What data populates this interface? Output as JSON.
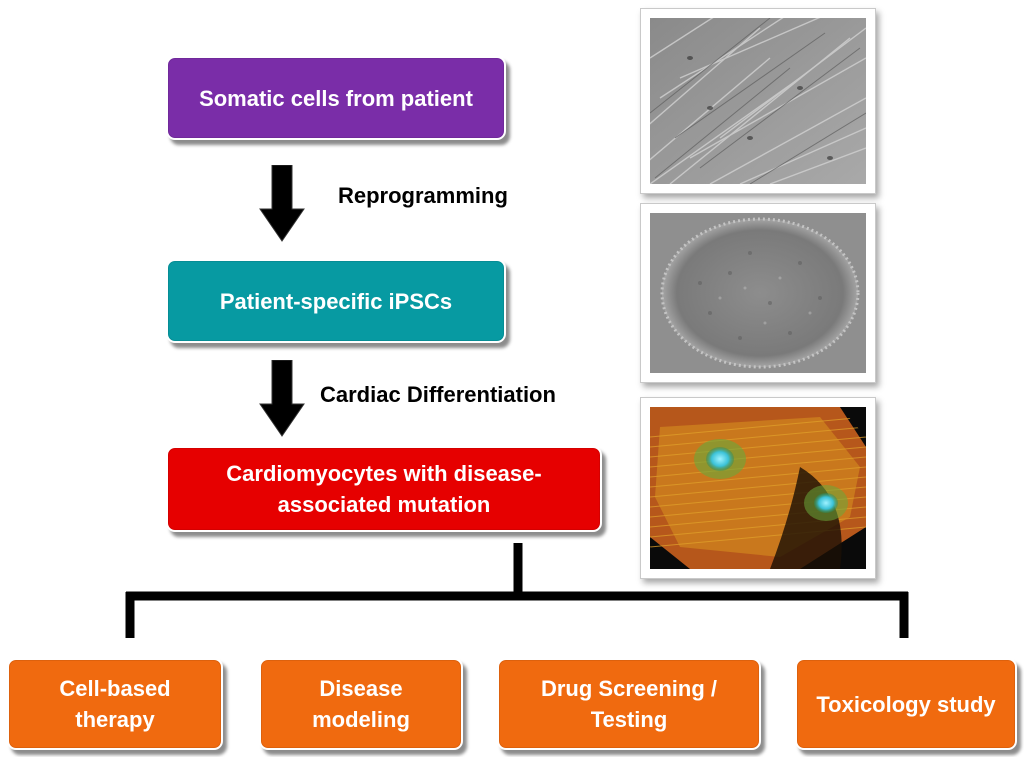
{
  "flow": {
    "source": "Somatic cells from patient",
    "step1": "Reprogramming",
    "ipsc": "Patient-specific iPSCs",
    "step2": "Cardiac Differentiation",
    "cardio": "Cardiomyocytes  with disease-\nassociated mutation"
  },
  "applications": [
    {
      "label": "Cell-based\ntherapy"
    },
    {
      "label": "Disease\nmodeling"
    },
    {
      "label": "Drug Screening /\nTesting"
    },
    {
      "label": "Toxicology study"
    }
  ],
  "images": [
    {
      "name": "fibroblast-micrograph"
    },
    {
      "name": "ipsc-colony-micrograph"
    },
    {
      "name": "cardiomyocyte-fluorescence-micrograph"
    }
  ],
  "colors": {
    "source": "#7a2da8",
    "ipsc": "#079aa2",
    "cardio": "#e60000",
    "application": "#f06a0f",
    "arrow": "#000000"
  }
}
